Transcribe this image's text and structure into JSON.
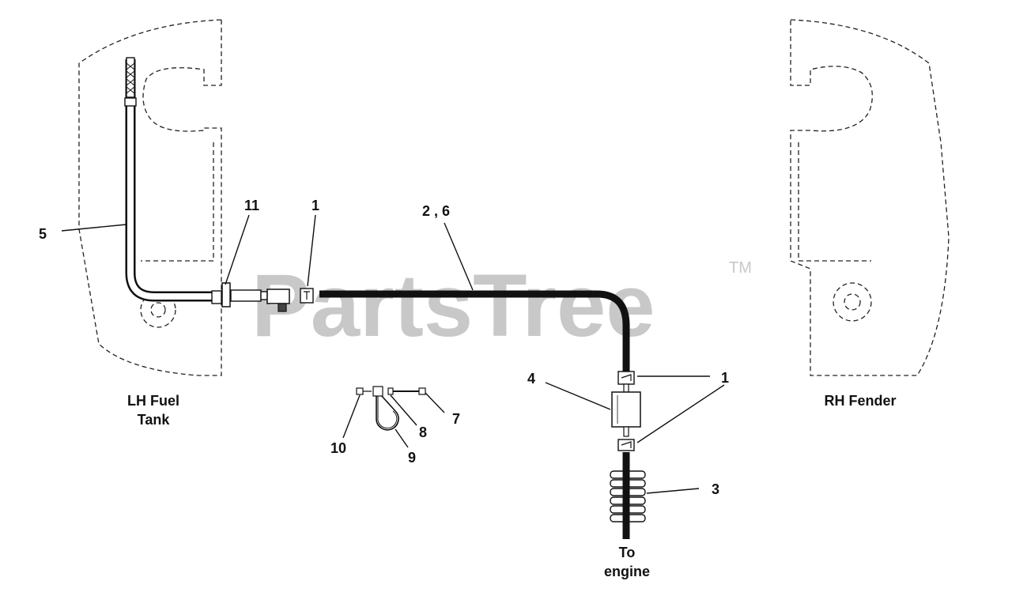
{
  "watermark": {
    "text": "PartsTree",
    "trademark": "TM"
  },
  "captions": {
    "lh_tank_line1": "LH Fuel",
    "lh_tank_line2": "Tank",
    "rh_fender": "RH Fender",
    "to_engine_line1": "To",
    "to_engine_line2": "engine"
  },
  "callouts": {
    "c5": "5",
    "c11": "11",
    "c1_clamp_top": "1",
    "c2_6": "2 , 6",
    "c4": "4",
    "c1_filter": "1",
    "c3": "3",
    "c7": "7",
    "c8": "8",
    "c9": "9",
    "c10": "10"
  }
}
